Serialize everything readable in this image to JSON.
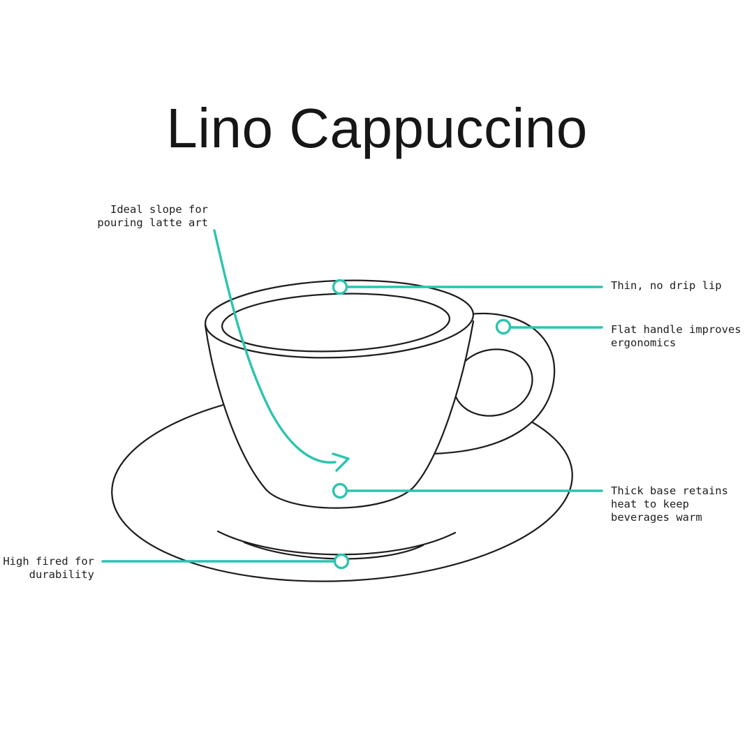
{
  "title": "Lino Cappuccino",
  "colors": {
    "accent": "#2BC4AE",
    "ink": "#1D1D1D",
    "background": "#FFFFFF"
  },
  "diagram": {
    "subject": "cappuccino cup on saucer, line illustration",
    "callouts": [
      {
        "id": "ideal-slope",
        "label": "Ideal slope for\npouring latte art",
        "side": "left",
        "connector": "curved-arrow"
      },
      {
        "id": "thin-lip",
        "label": "Thin, no drip lip",
        "side": "right",
        "connector": "line-with-circle"
      },
      {
        "id": "flat-handle",
        "label": "Flat handle improves\nergonomics",
        "side": "right",
        "connector": "line-with-circle"
      },
      {
        "id": "thick-base",
        "label": "Thick base retains\nheat to keep\nbeverages warm",
        "side": "right",
        "connector": "line-with-circle"
      },
      {
        "id": "high-fired",
        "label": "High fired for\ndurability",
        "side": "left",
        "connector": "line-with-circle"
      }
    ]
  }
}
